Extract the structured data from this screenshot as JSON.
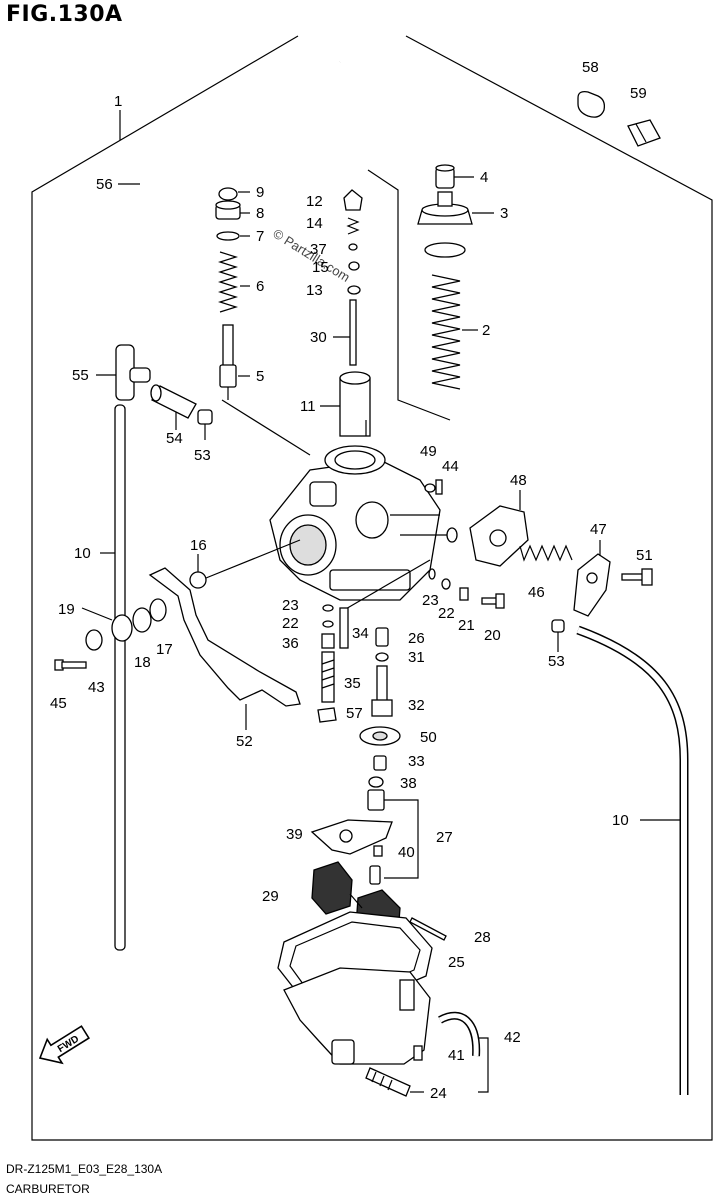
{
  "figure_title": "FIG.130A",
  "footer": {
    "code": "DR-Z125M1_E03_E28_130A",
    "name": "CARBURETOR"
  },
  "watermark": "© Partzilla.com",
  "fwd_label": "FWD",
  "callouts": {
    "c1": "1",
    "c2": "2",
    "c3": "3",
    "c4": "4",
    "c5": "5",
    "c6": "6",
    "c7": "7",
    "c8": "8",
    "c9": "9",
    "c10a": "10",
    "c10b": "10",
    "c11": "11",
    "c12": "12",
    "c13": "13",
    "c14": "14",
    "c15": "15",
    "c16": "16",
    "c17": "17",
    "c18": "18",
    "c19": "19",
    "c20": "20",
    "c21": "21",
    "c22a": "22",
    "c22b": "22",
    "c23a": "23",
    "c23b": "23",
    "c24": "24",
    "c25": "25",
    "c26": "26",
    "c27": "27",
    "c28": "28",
    "c29": "29",
    "c30": "30",
    "c31": "31",
    "c32": "32",
    "c33": "33",
    "c34": "34",
    "c35": "35",
    "c36": "36",
    "c37": "37",
    "c38": "38",
    "c39": "39",
    "c40": "40",
    "c41": "41",
    "c42": "42",
    "c43": "43",
    "c44": "44",
    "c45": "45",
    "c46": "46",
    "c47": "47",
    "c48": "48",
    "c49": "49",
    "c50": "50",
    "c51": "51",
    "c52": "52",
    "c53a": "53",
    "c53b": "53",
    "c54": "54",
    "c55": "55",
    "c56": "56",
    "c57": "57",
    "c58": "58",
    "c59": "59"
  }
}
